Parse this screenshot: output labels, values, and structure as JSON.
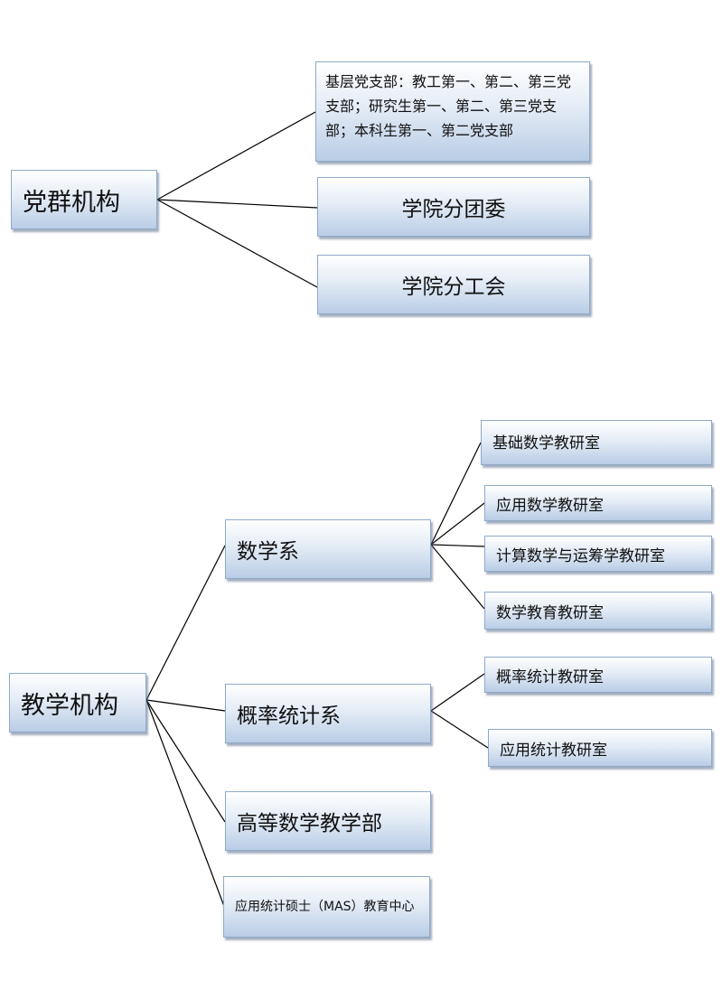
{
  "party": {
    "root": "党群机构",
    "children": [
      "基层党支部：教工第一、第二、第三党支部；研究生第一、第二、第三党支部；本科生第一、第二党支部",
      "学院分团委",
      "学院分工会"
    ]
  },
  "teaching": {
    "root": "教学机构",
    "math_dept": {
      "label": "数学系",
      "offices": [
        "基础数学教研室",
        "应用数学教研室",
        "计算数学与运筹学教研室",
        "数学教育教研室"
      ]
    },
    "stats_dept": {
      "label": "概率统计系",
      "offices": [
        "概率统计教研室",
        "应用统计教研室"
      ]
    },
    "advanced_math": "高等数学教学部",
    "mas_center": "应用统计硕士（MAS）教育中心"
  }
}
